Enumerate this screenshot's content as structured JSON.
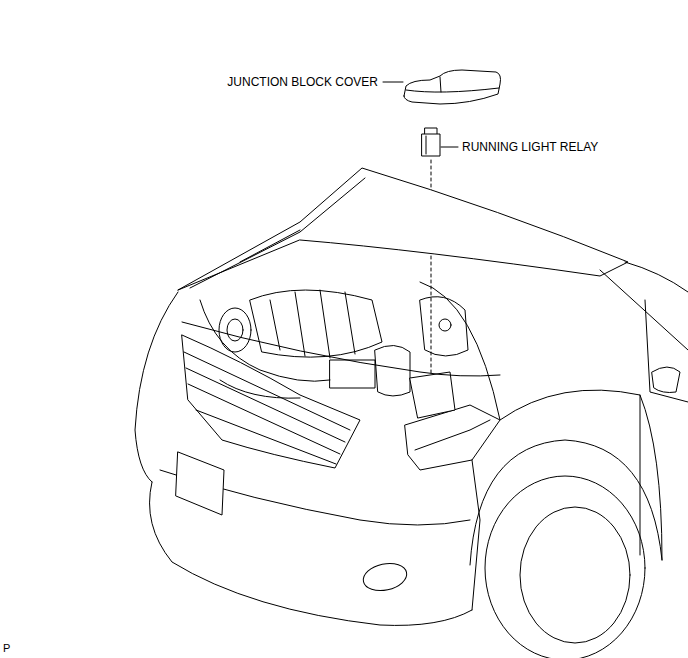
{
  "diagram": {
    "labels": [
      "JUNCTION BLOCK COVER",
      "RUNNING LIGHT RELAY",
      "P"
    ]
  }
}
